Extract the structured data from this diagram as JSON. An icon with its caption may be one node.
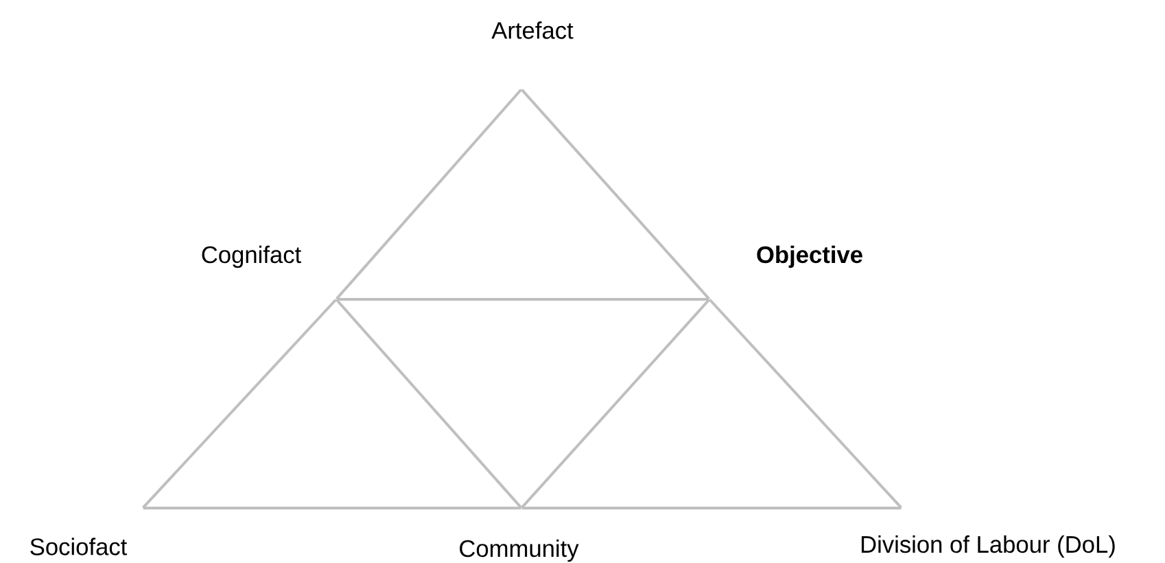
{
  "diagram": {
    "nodes": [
      {
        "text": [
          "Artefact"
        ]
      },
      {
        "text": [
          "Cognifact"
        ]
      },
      {
        "text": [
          "Objective"
        ]
      },
      {
        "text": [
          "Sociofact"
        ]
      },
      {
        "text": [
          "Community"
        ]
      },
      {
        "text": [
          "Division of Labour (DoL)"
        ]
      }
    ],
    "edges": [
      {
        "from": 0,
        "to": 1,
        "arrow": "none"
      },
      {
        "from": 0,
        "to": 2,
        "arrow": "none"
      },
      {
        "from": 1,
        "to": 2,
        "arrow": "none"
      },
      {
        "from": 1,
        "to": 3,
        "arrow": "none"
      },
      {
        "from": 1,
        "to": 4,
        "arrow": "none"
      },
      {
        "from": 2,
        "to": 4,
        "arrow": "none"
      },
      {
        "from": 2,
        "to": 5,
        "arrow": "none"
      },
      {
        "from": 3,
        "to": 4,
        "arrow": "none"
      },
      {
        "from": 4,
        "to": 5,
        "arrow": "none"
      }
    ]
  }
}
